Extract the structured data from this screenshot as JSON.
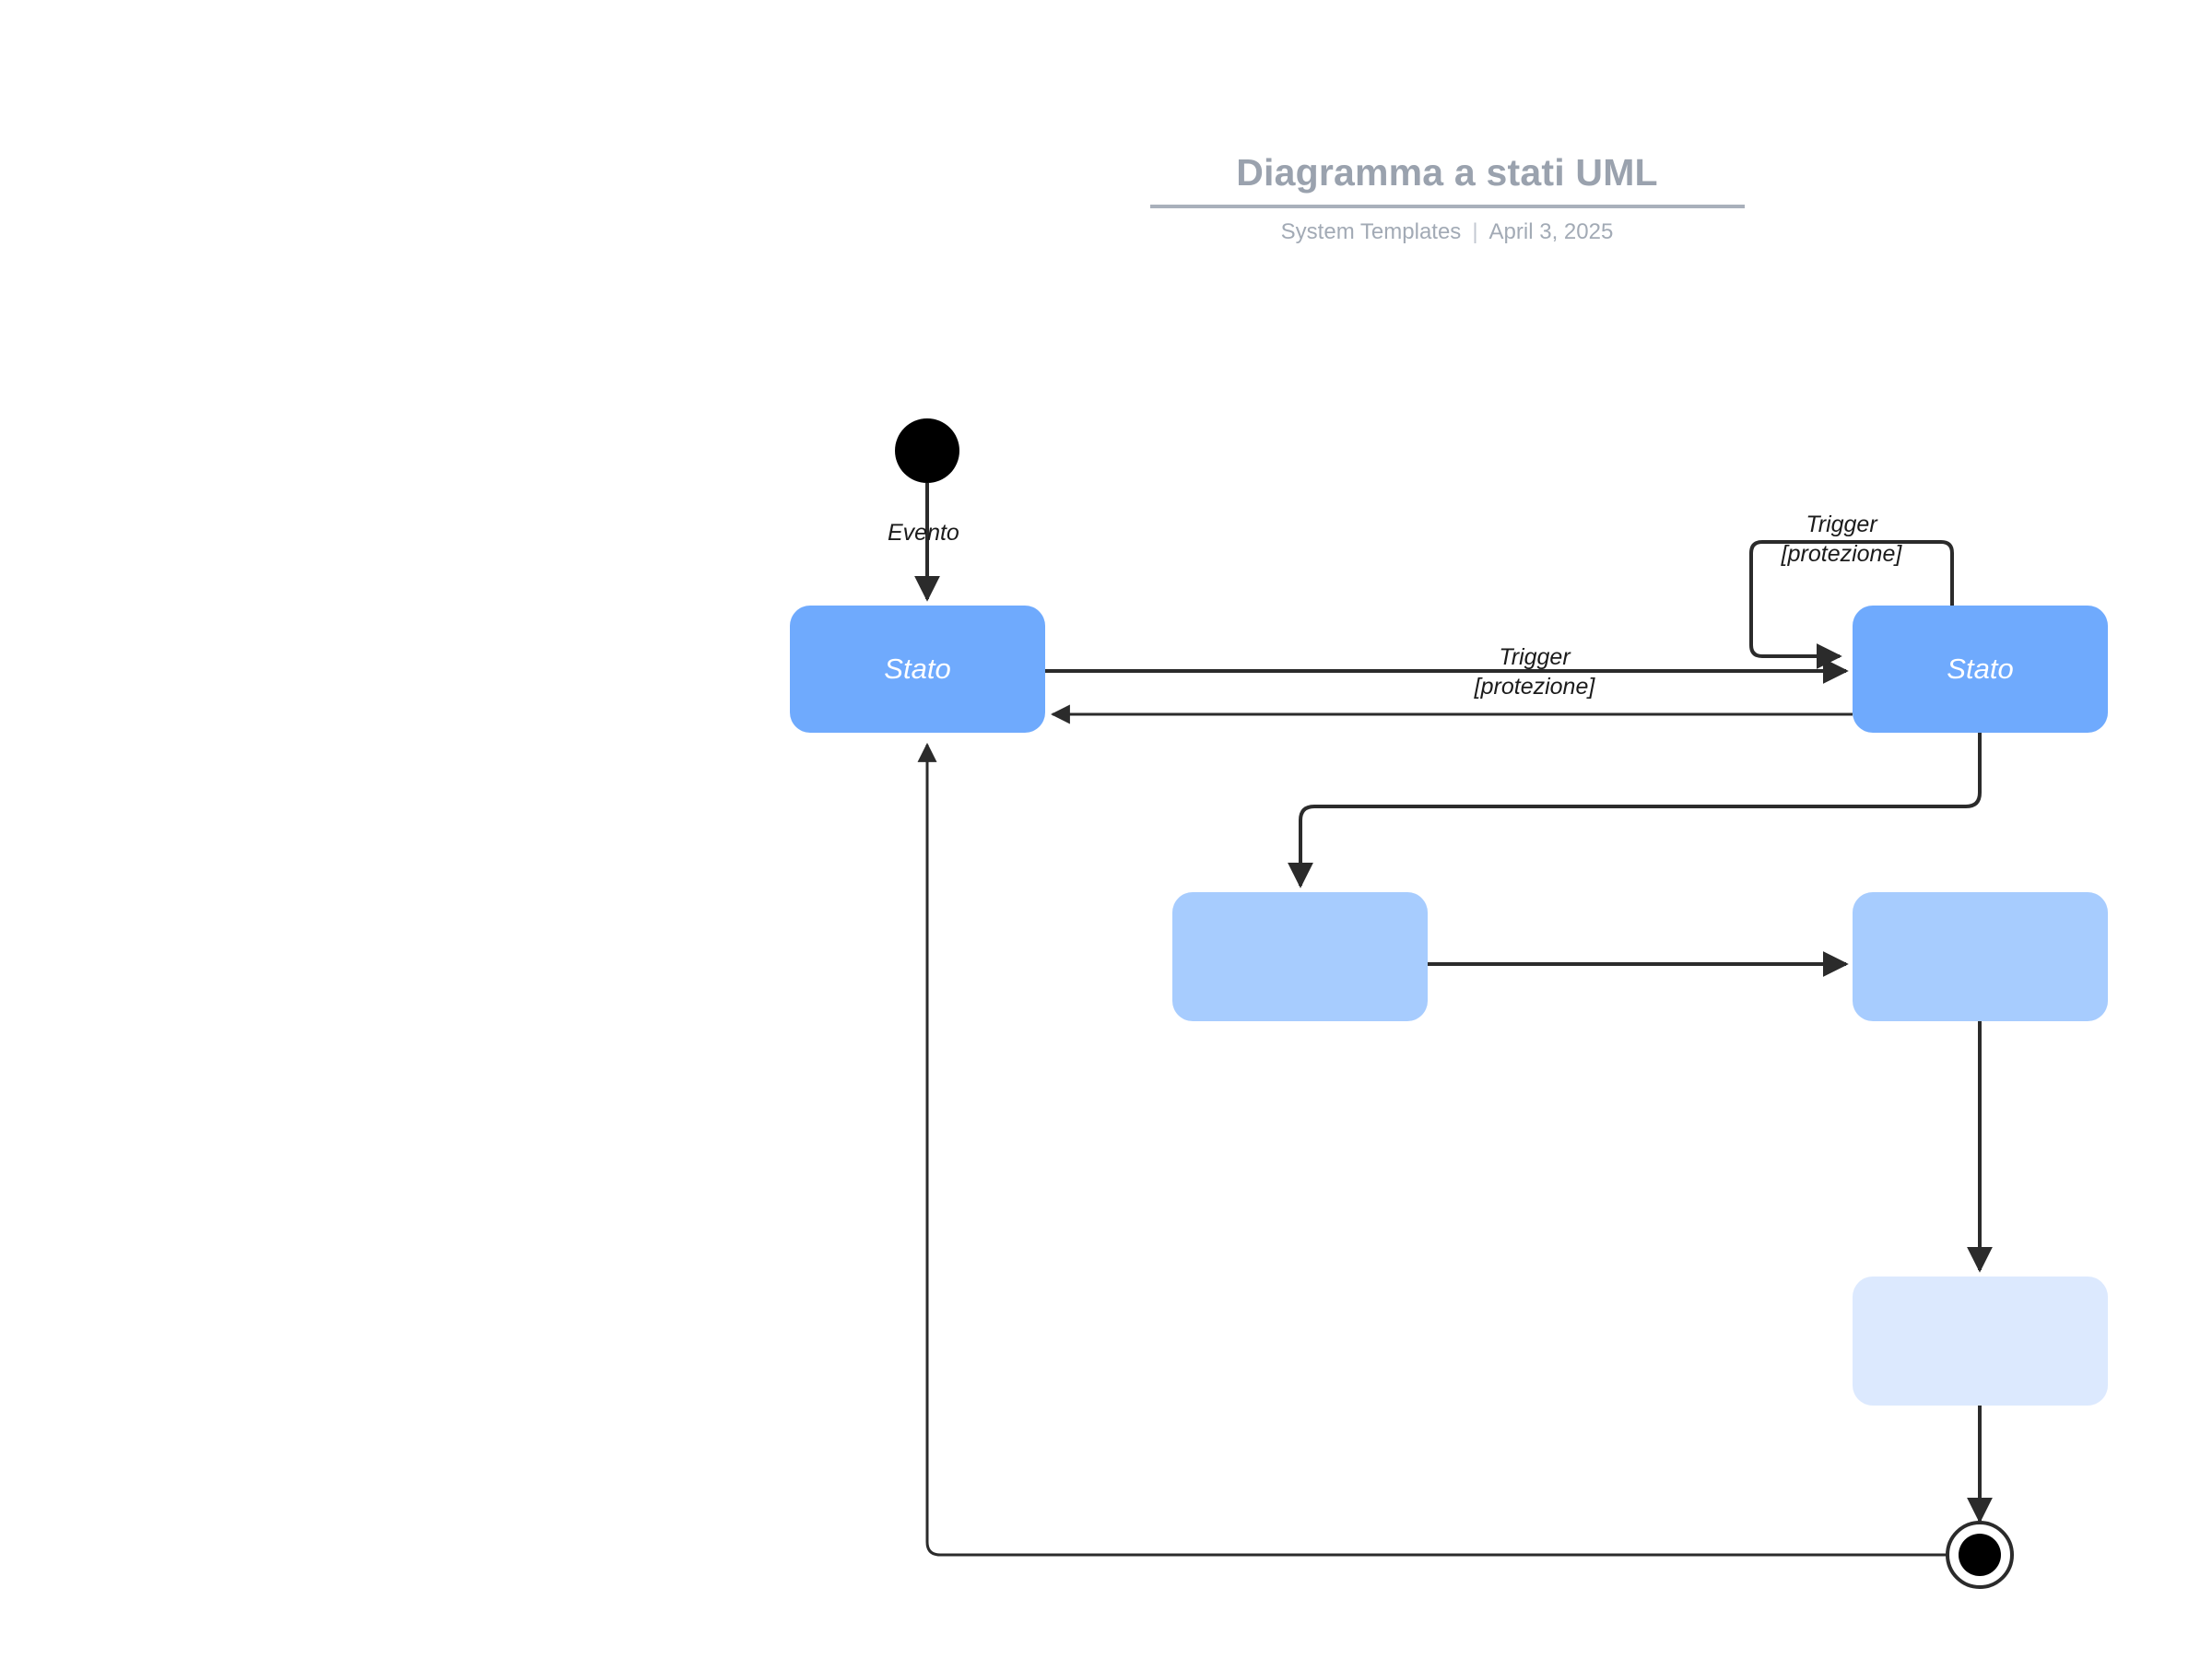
{
  "header": {
    "title": "Diagramma a stati UML",
    "source": "System Templates",
    "separator": "|",
    "date": "April 3, 2025"
  },
  "diagram": {
    "type": "uml-state-machine",
    "language": "it",
    "colors": {
      "state_primary": "#6faafd",
      "state_secondary": "#a7ccfe",
      "state_tertiary": "#dce9fe",
      "edge": "#2b2b2b",
      "node_fill": "#000000",
      "title": "#9aa2ae",
      "subtitle": "#a2aab5",
      "background": "#ffffff"
    },
    "nodes": [
      {
        "id": "initial",
        "kind": "initial-state",
        "label": ""
      },
      {
        "id": "state-a",
        "kind": "state",
        "label": "Stato"
      },
      {
        "id": "state-b",
        "kind": "state",
        "label": "Stato"
      },
      {
        "id": "state-c",
        "kind": "state",
        "label": ""
      },
      {
        "id": "state-d",
        "kind": "state",
        "label": ""
      },
      {
        "id": "state-e",
        "kind": "state",
        "label": ""
      },
      {
        "id": "final",
        "kind": "final-state",
        "label": ""
      }
    ],
    "edges": [
      {
        "id": "e1",
        "from": "initial",
        "to": "state-a",
        "label": "Evento"
      },
      {
        "id": "e2",
        "from": "state-a",
        "to": "state-b",
        "label_line1": "Trigger",
        "label_line2": "[protezione]"
      },
      {
        "id": "e3",
        "from": "state-b",
        "to": "state-a",
        "label": ""
      },
      {
        "id": "e4",
        "from": "state-b",
        "to": "state-b",
        "label_line1": "Trigger",
        "label_line2": "[protezione]"
      },
      {
        "id": "e5",
        "from": "state-b",
        "to": "state-c",
        "label": ""
      },
      {
        "id": "e6",
        "from": "state-c",
        "to": "state-d",
        "label": ""
      },
      {
        "id": "e7",
        "from": "state-d",
        "to": "state-e",
        "label": ""
      },
      {
        "id": "e8",
        "from": "state-e",
        "to": "final",
        "label": ""
      },
      {
        "id": "e9",
        "from": "final",
        "to": "state-a",
        "label": ""
      }
    ]
  }
}
